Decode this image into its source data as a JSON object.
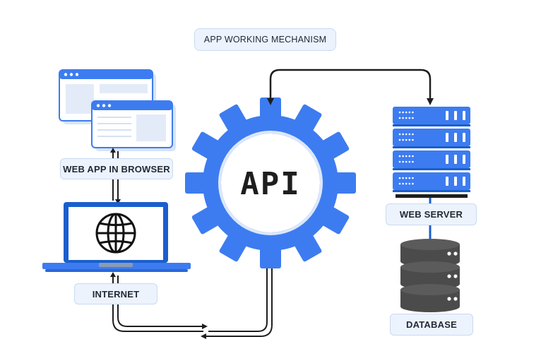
{
  "title": "APP WORKING MECHANISM",
  "nodes": {
    "browser": "WEB APP IN BROWSER",
    "internet": "INTERNET",
    "api": "API",
    "web_server": "WEB SERVER",
    "database": "DATABASE"
  },
  "colors": {
    "primary_blue": "#3d7cf0",
    "dark_blue": "#1a5fce",
    "light_blue_fill": "#edf3fc",
    "label_border": "#c9daf3",
    "dark": "#1e1e1e",
    "db_gray": "#4b4b4b"
  },
  "icons": [
    "browser-window-icon",
    "globe-icon",
    "laptop-icon",
    "gear-icon",
    "server-rack-icon",
    "database-icon"
  ]
}
